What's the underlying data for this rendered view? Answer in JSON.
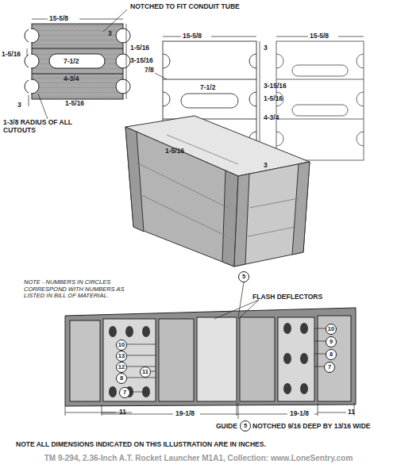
{
  "diagram": {
    "caption": "TM 9-294, 2.36-Inch A.T. Rocket Launcher M1A1, Collection: www.LoneSentry.com",
    "labels": [
      "NOTCHED TO FIT CONDUIT TUBE",
      "15-5/8",
      "3",
      "1-5/16",
      "7-1/2",
      "1-5/16",
      "3-15/16",
      "4-3/4",
      "1-5/16",
      "3",
      "1-3/8 RADIUS OF ALL CUTOUTS",
      "15-5/8",
      "3",
      "7/8",
      "3-15/16",
      "1-5/16",
      "7-1/2",
      "1-5/16",
      "4-3/4",
      "3",
      "15-5/8",
      "NOTE - NUMBERS IN CIRCLES CORRESPOND WITH NUMBERS AS LISTED IN BILL OF MATERIAL.",
      "5",
      "FLASH DEFLECTORS",
      "10",
      "13",
      "12",
      "11",
      "8",
      "7",
      "10",
      "9",
      "8",
      "7",
      "11",
      "19-1/8",
      "19-1/8",
      "11",
      "GUIDE",
      "5",
      "NOTCHED 9/16 DEEP BY 13/16 WIDE",
      "NOTE ALL DIMENSIONS INDICATED ON THIS ILLUSTRATION ARE IN INCHES."
    ]
  }
}
